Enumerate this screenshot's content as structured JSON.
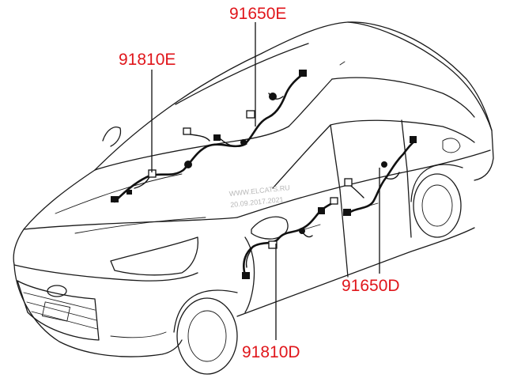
{
  "parts": [
    {
      "id": "91650E",
      "label": "91650E"
    },
    {
      "id": "91810E",
      "label": "91810E"
    },
    {
      "id": "91650D",
      "label": "91650D"
    },
    {
      "id": "91810D",
      "label": "91810D"
    }
  ],
  "watermark": {
    "line1": "WWW.ELCATS.RU",
    "line2": "20.09.2017.2021"
  },
  "colors": {
    "label": "#e0161b",
    "lines": "#111111"
  }
}
